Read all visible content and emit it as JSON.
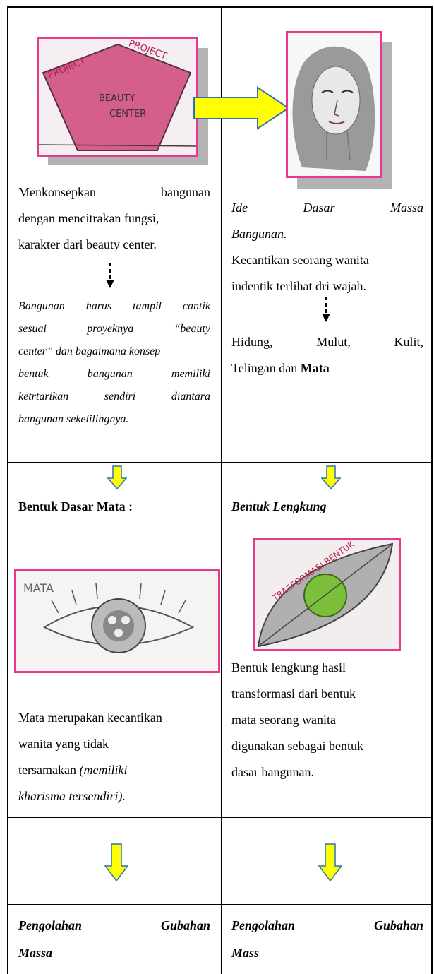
{
  "cell_top_left": {
    "image_texts": [
      "PROJECT",
      "PROJECT",
      "BEAUTY",
      "CENTER"
    ],
    "lines": [
      "Menkonsepkan bangunan",
      "dengan mencitrakan fungsi,",
      "karakter dari beauty center."
    ],
    "italic_lines": [
      "Bangunan harus tampil cantik",
      "sesuai proyeknya “beauty",
      "center” dan bagaimana konsep",
      "bentuk bangunan memiliki",
      "ketrtarikan sendiri diantara",
      "bangunan sekelilingnya."
    ]
  },
  "cell_top_right": {
    "italic_lines": [
      "Ide Dasar Massa",
      "Bangunan."
    ],
    "lines": [
      "Kecantikan seorang wanita",
      "indentik terlihat dri wajah."
    ],
    "after_arrow_line1": "Hidung, Mulut, Kulit,",
    "after_arrow_line2_prefix": "Telingan dan ",
    "after_arrow_line2_bold": "Mata"
  },
  "cell_mid_left": {
    "heading": "Bentuk Dasar Mata :",
    "image_label": "MATA",
    "line1": "Mata merupakan kecantikan",
    "line2": "wanita yang tidak",
    "line3_prefix": "tersamakan ",
    "line3_italic": "(memiliki",
    "line4_italic": "kharisma tersendiri)."
  },
  "cell_mid_right": {
    "heading": "Bentuk Lengkung",
    "image_label": "TRASFORMASI BENTUK",
    "lines": [
      "Bentuk lengkung hasil",
      "transformasi dari bentuk",
      "mata seorang wanita",
      "digunakan sebagai bentuk",
      "dasar bangunan."
    ]
  },
  "cell_bottom_left": {
    "lines": [
      "Pengolahan Gubahan",
      "Massa"
    ]
  },
  "cell_bottom_right": {
    "lines": [
      "Pengolahan Gubahan",
      "Mass"
    ]
  },
  "colors": {
    "frame": "#e6398f",
    "arrow_fill": "#ffff00",
    "arrow_stroke": "#2e6fb8",
    "shadow": "#b3b3b3"
  }
}
